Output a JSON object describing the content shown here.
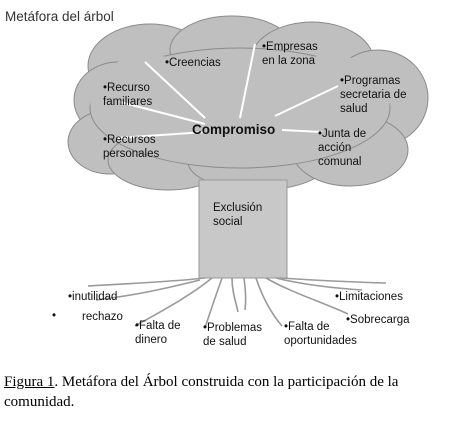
{
  "diagram_title": "Metáfora del árbol",
  "crown": {
    "center": "Compromiso",
    "branches": [
      "•Creencias",
      "•Empresas\nen la zona",
      "•Recurso\nfamiliares",
      "•Programas\nsecretaria de\nsalud",
      "•Recursos\npersonales",
      "•Junta de\nacción\ncomunal"
    ]
  },
  "trunk": {
    "label": "Exclusión\nsocial"
  },
  "roots": {
    "items": [
      "•inutilidad",
      "•",
      "rechazo",
      "•Falta de\ndinero",
      "•Problemas\nde salud",
      "•Falta de\noportunidades",
      "•Limitaciones",
      "•Sobrecarga"
    ]
  },
  "caption": {
    "figure_label": "Figura 1",
    "text": ". Metáfora del Árbol construida con la participación de la comunidad."
  },
  "colors": {
    "crown_fill": "#bfbfbf",
    "crown_stroke": "#8a8a8a",
    "trunk_fill": "#c8c8c8",
    "lines": "#9a9a9a"
  }
}
